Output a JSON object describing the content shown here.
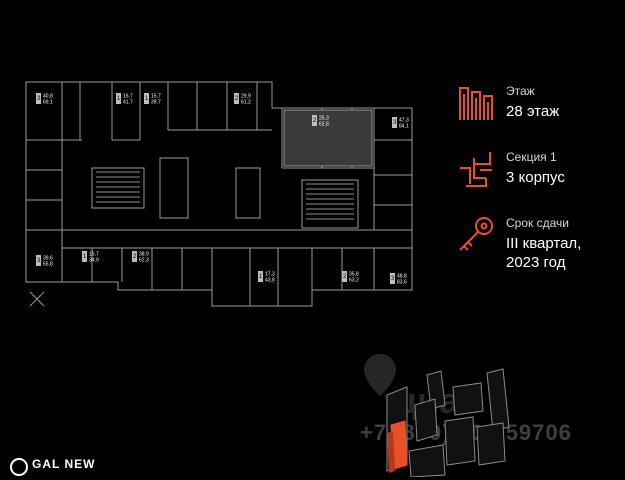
{
  "info": {
    "floor": {
      "label": "Этаж",
      "value": "28 этаж",
      "icon": "floors-icon"
    },
    "section": {
      "label": "Секция 1",
      "value": "3 корпус",
      "icon": "section-icon"
    },
    "delivery": {
      "label": "Срок сдачи",
      "value": "III квартал,",
      "value2": "2023 год",
      "icon": "key-icon"
    }
  },
  "colors": {
    "accent": "#e8502a",
    "bg": "#000000",
    "line": "#9a9a9a"
  },
  "footer": {
    "logo_text": "GAL NEW"
  },
  "watermark": {
    "phone": "+7 (800) 300-59706",
    "word": "циан"
  },
  "apartments": [
    {
      "rooms": "3",
      "area": "40,8",
      "total": "69,1"
    },
    {
      "rooms": "1",
      "area": "16,7",
      "total": "41,7"
    },
    {
      "rooms": "1",
      "area": "15,7",
      "total": "39,7"
    },
    {
      "rooms": "2",
      "area": "29,9",
      "total": "61,2"
    },
    {
      "rooms": "2",
      "area": "25,3",
      "total": "62,8"
    },
    {
      "rooms": "3",
      "area": "47,3",
      "total": "84,1"
    },
    {
      "rooms": "3",
      "area": "39,6",
      "total": "65,8"
    },
    {
      "rooms": "1",
      "area": "15,7",
      "total": "34,9"
    },
    {
      "rooms": "2",
      "area": "38,9",
      "total": "62,3"
    },
    {
      "rooms": "1",
      "area": "17,3",
      "total": "43,8"
    },
    {
      "rooms": "2",
      "area": "35,8",
      "total": "63,2"
    },
    {
      "rooms": "3",
      "area": "48,8",
      "total": "83,6"
    }
  ]
}
